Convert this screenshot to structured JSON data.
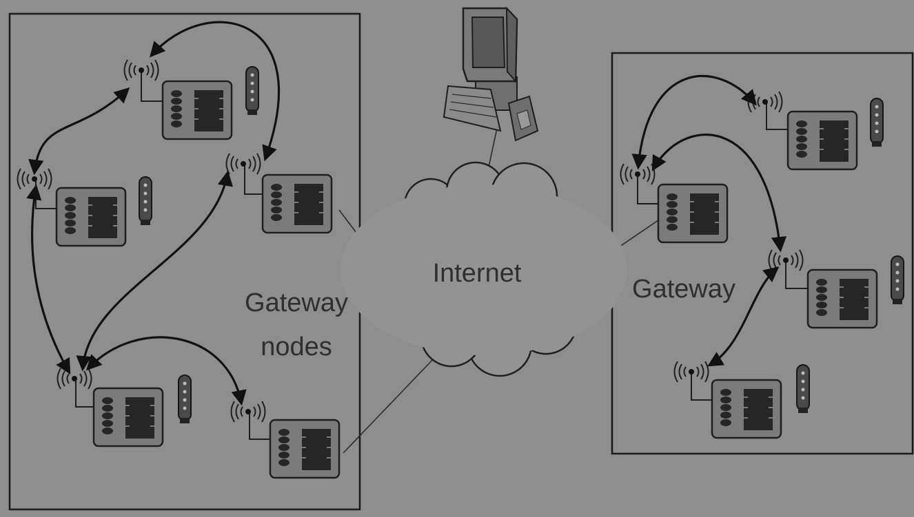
{
  "labels": {
    "cloud": "Internet",
    "left_panel": [
      "Gateway",
      "nodes"
    ],
    "right_panel": "Gateway"
  },
  "colors": {
    "background": "#8e8e8e",
    "line": "#1a1a1a",
    "node_fill": "#7b7b7b",
    "cloud_fill": "#939393"
  }
}
